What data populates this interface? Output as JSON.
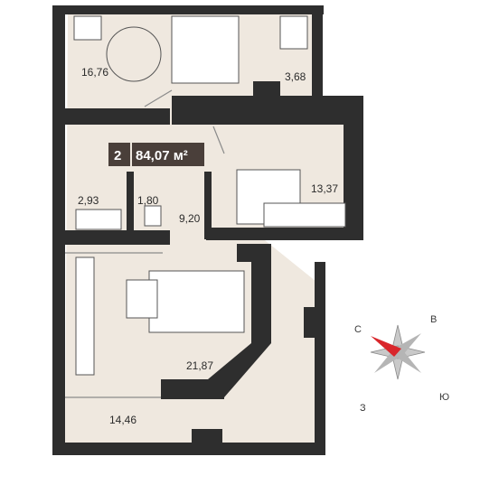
{
  "badge": {
    "rooms": "2",
    "area": "84,07 м²"
  },
  "rooms": {
    "bedroom": "16,76",
    "balcony_small": "3,68",
    "bedroom2": "13,37",
    "bath": "2,93",
    "wc": "1,80",
    "hall": "9,20",
    "living": "21,87",
    "loggia": "14,46"
  },
  "compass": {
    "north": "С",
    "east": "В",
    "south": "Ю",
    "west": "З"
  },
  "colors": {
    "wall": "#2e2e2e",
    "floor": "#efe8df",
    "accent": "#4a3f3a",
    "needle": "#d9262b"
  }
}
